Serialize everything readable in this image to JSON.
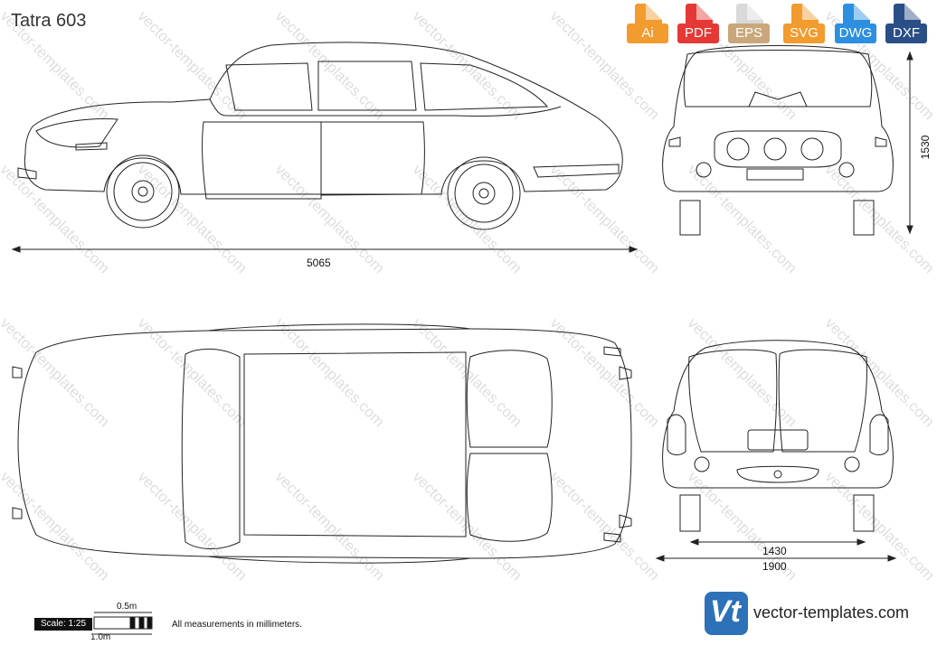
{
  "title": "Tatra 603",
  "formats": [
    {
      "label": "Ai",
      "color": "#f29b2e"
    },
    {
      "label": "PDF",
      "color": "#e53935"
    },
    {
      "label": "EPS",
      "color": "#d9d9d9"
    },
    {
      "label": "SVG",
      "color": "#f29b2e"
    },
    {
      "label": "DWG",
      "color": "#2c8fe0"
    },
    {
      "label": "DXF",
      "color": "#2a4e86"
    }
  ],
  "dimensions": {
    "length": "5065",
    "height": "1530",
    "track": "1430",
    "width": "1900"
  },
  "scale": {
    "label": "Scale: 1:25",
    "half_meter": "0.5m",
    "one_meter": "1.0m"
  },
  "note": "All measurements in millimeters.",
  "brand": {
    "logo_text": "Vt",
    "name": "vector-templates.com",
    "color": "#2d72b8"
  },
  "watermark": "vector-templates.com"
}
